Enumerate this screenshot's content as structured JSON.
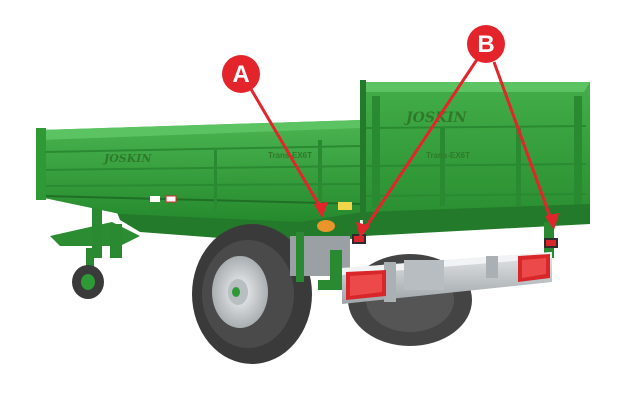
{
  "image": {
    "subject": "Green single-axle tipping trailer with rear lighting bar",
    "brand_left": "JOSKIN",
    "brand_right": "JOSKIN",
    "model_left": "Trans-EX6T",
    "model_right": "Trans-EX6T",
    "colors": {
      "body_green": "#2e9a36",
      "body_green_dark": "#237a2a",
      "body_green_light": "#46b24c",
      "tire": "#3a3a3a",
      "rim": "#d0d4d6",
      "bumper": "#c9ced2",
      "callout_red": "#e3252b",
      "reflector_red": "#d8262b",
      "amber": "#e8962a"
    }
  },
  "callouts": {
    "a": {
      "letter": "A"
    },
    "b": {
      "letter": "B"
    }
  }
}
